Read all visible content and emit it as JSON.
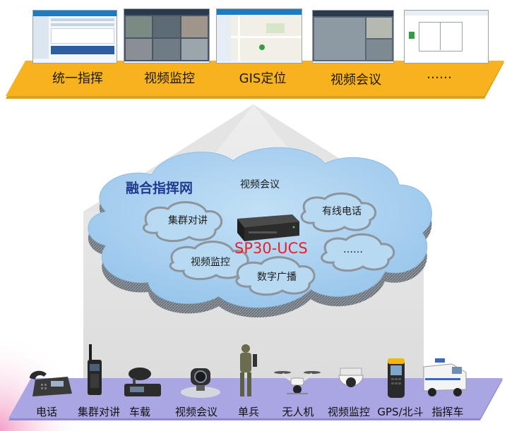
{
  "apps": [
    {
      "label": "统一指挥",
      "icon": "command-dispatch-screenshot-icon"
    },
    {
      "label": "视频监控",
      "icon": "video-surveillance-screenshot-icon"
    },
    {
      "label": "GIS定位",
      "icon": "gis-map-screenshot-icon"
    },
    {
      "label": "视频会议",
      "icon": "video-conference-screenshot-icon"
    },
    {
      "label": "……",
      "icon": "floor-plan-screenshot-icon"
    }
  ],
  "network": {
    "title": "融合指挥网",
    "device": "SP30-UCS",
    "services": [
      "视频会议",
      "集群对讲",
      "有线电话",
      "视频监控",
      "数字广播",
      "……"
    ]
  },
  "terminals": [
    {
      "label": "电话",
      "icon": "desk-phone-icon"
    },
    {
      "label": "集群对讲",
      "icon": "walkie-talkie-icon"
    },
    {
      "label": "车载",
      "icon": "vehicle-radio-icon"
    },
    {
      "label": "视频会议",
      "icon": "conference-camera-icon"
    },
    {
      "label": "单兵",
      "icon": "soldier-icon"
    },
    {
      "label": "无人机",
      "icon": "drone-icon"
    },
    {
      "label": "视频监控",
      "icon": "dome-camera-icon"
    },
    {
      "label": "GPS/北斗",
      "icon": "rugged-phone-icon"
    },
    {
      "label": "指挥车",
      "icon": "command-vehicle-icon"
    }
  ],
  "colors": {
    "top_band": "#f7b21d",
    "bottom_band": "#a9a6e3",
    "cloud": "#a9cfee",
    "device_label": "#e8202a",
    "network_title": "#1f3b8e"
  }
}
